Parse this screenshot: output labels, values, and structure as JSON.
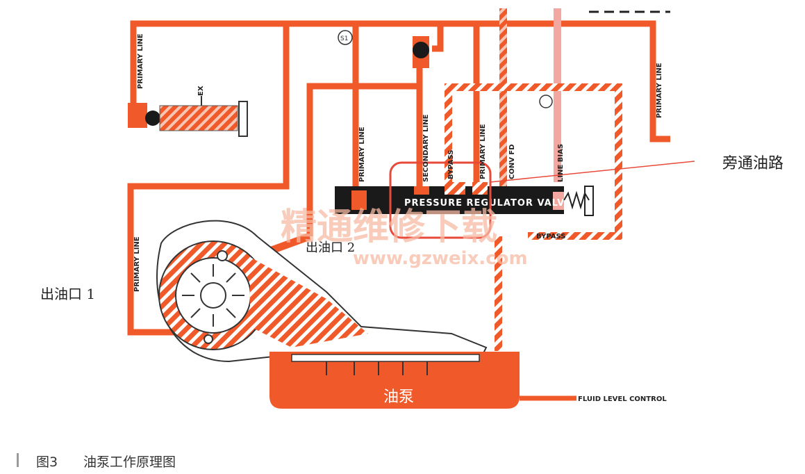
{
  "colors": {
    "oil": "#f05a2a",
    "dark": "#1a1a1a",
    "pink": "#f2a7a0",
    "annotation": "#e84a3a",
    "watermark": "#f7b9a3"
  },
  "labels": {
    "primary_line": "PRIMARY LINE",
    "secondary_line": "SECONDARY LINE",
    "bypass": "BYPASS",
    "conv_fd": "CONV FD",
    "line_bias": "LINE BIAS",
    "ex": "EX",
    "pressure_regulator_valve": "PRESSURE REGULATOR VALVE",
    "fluid_level_control": "FLUID LEVEL CONTROL",
    "gauge_label": "S1"
  },
  "annotations": {
    "bypass_path": "旁通油路",
    "outlet_1": "出油口 1",
    "outlet_2": "出油口 2",
    "oil_pump": "油泵"
  },
  "watermark": {
    "cn": "精通维修下载",
    "url": "www.gzweix.com"
  },
  "caption": {
    "number": "图3",
    "title": "油泵工作原理图"
  }
}
